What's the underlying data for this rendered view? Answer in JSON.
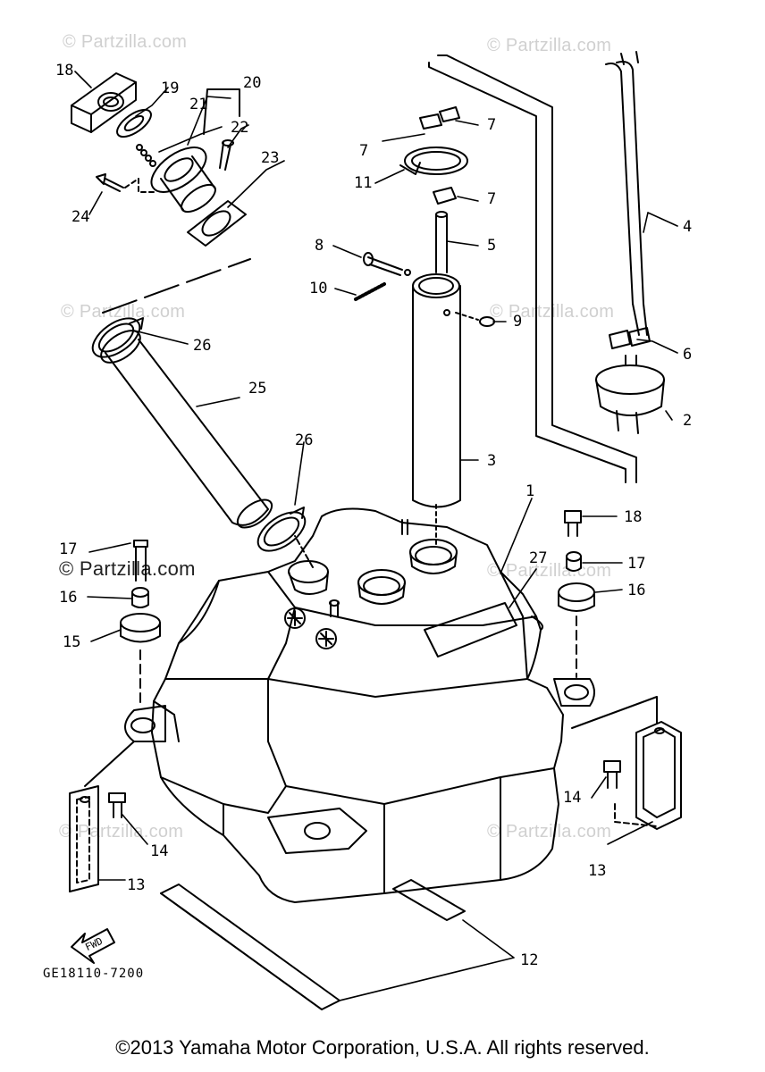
{
  "watermark": "© Partzilla.com",
  "diagram_code": "GE18110-7200",
  "copyright": "©2013 Yamaha Motor Corporation, U.S.A. All rights reserved.",
  "fwd_label": "FWD",
  "callouts": {
    "c1": "1",
    "c2": "2",
    "c3": "3",
    "c4": "4",
    "c5": "5",
    "c6": "6",
    "c7a": "7",
    "c7b": "7",
    "c7c": "7",
    "c8": "8",
    "c9": "9",
    "c10": "10",
    "c11": "11",
    "c12": "12",
    "c13a": "13",
    "c13b": "13",
    "c14a": "14",
    "c14b": "14",
    "c15": "15",
    "c16a": "16",
    "c16b": "16",
    "c17a": "17",
    "c17b": "17",
    "c18a": "18",
    "c18b": "18",
    "c19": "19",
    "c20": "20",
    "c21": "21",
    "c22": "22",
    "c23": "23",
    "c24": "24",
    "c25": "25",
    "c26a": "26",
    "c26b": "26",
    "c27": "27"
  }
}
